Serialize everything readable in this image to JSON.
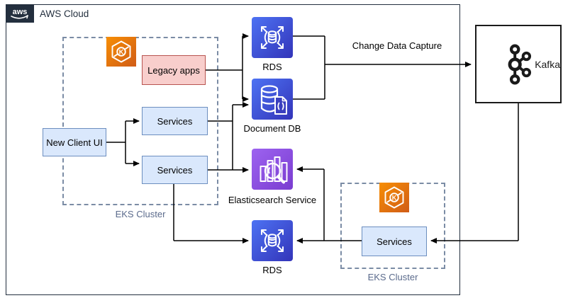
{
  "aws": {
    "label": "AWS Cloud",
    "logo_text": "aws"
  },
  "clusters": {
    "left": {
      "label": "EKS Cluster"
    },
    "right": {
      "label": "EKS Cluster"
    }
  },
  "nodes": {
    "legacy_apps": {
      "label": "Legacy apps"
    },
    "services_top": {
      "label": "Services"
    },
    "new_client_ui": {
      "label": "New Client UI"
    },
    "services_bottom": {
      "label": "Services"
    },
    "services_right": {
      "label": "Services"
    }
  },
  "aws_icons": {
    "eks_letter": "K",
    "rds_top": {
      "label": "RDS"
    },
    "document_db": {
      "label": "Document DB"
    },
    "elasticsearch": {
      "label": "Elasticsearch Service"
    },
    "rds_bottom": {
      "label": "RDS"
    }
  },
  "kafka": {
    "label": "Kafka"
  },
  "edges": {
    "change_data_capture": "Change Data Capture"
  },
  "colors": {
    "aws_dark": "#232F3E",
    "node_blue_fill": "#DAE8FC",
    "node_blue_border": "#6C8EBF",
    "node_red_fill": "#F8CECC",
    "node_red_border": "#B85450",
    "database_gradient_start": "#4D72F3",
    "database_gradient_end": "#3334B9",
    "analytics_gradient_start": "#9D63F0",
    "analytics_gradient_end": "#7A3CD0",
    "compute_gradient_start": "#F78E04",
    "compute_gradient_end": "#D05C17",
    "cluster_dash": "#7B8CA5",
    "cluster_label": "#5B6B8C",
    "edge": "#000000"
  }
}
